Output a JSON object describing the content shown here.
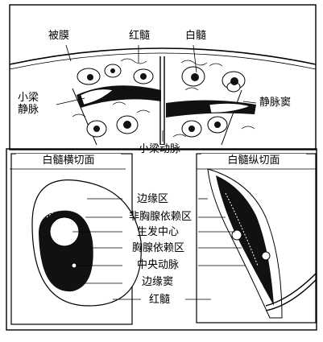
{
  "top": {
    "capsule": "被膜",
    "red_pulp": "红髓",
    "white_pulp": "白髓",
    "trabecular_vein": "小梁\n静脉",
    "venous_sinus": "静脉窦",
    "trabecular_artery": "小梁动脉"
  },
  "left_panel": {
    "title": "白髓横切面"
  },
  "right_panel": {
    "title": "白髓纵切面"
  },
  "center_labels": [
    "边缘区",
    "非胸腺依赖区",
    "生发中心",
    "胸腺依赖区",
    "中央动脉",
    "边缘窦",
    "红髓"
  ]
}
